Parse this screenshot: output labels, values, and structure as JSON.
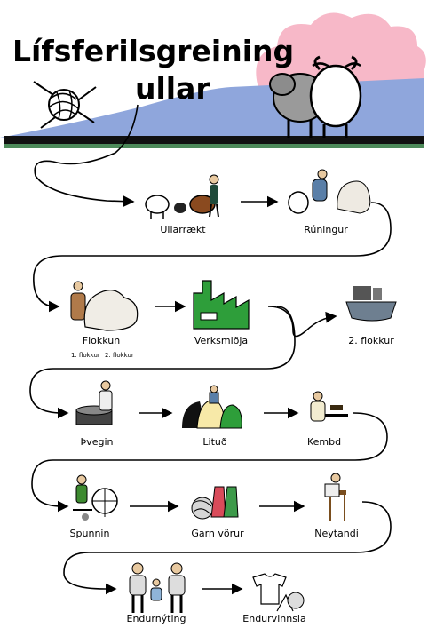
{
  "title": {
    "line1": "Lífsferilsgreining",
    "line2": "ullar"
  },
  "steps": {
    "ullarraekt": "Ullarrækt",
    "runingur": "Rúningur",
    "flokkun": "Flokkun",
    "flokkun_sub1": "1. flokkur",
    "flokkun_sub2": "2. flokkur",
    "verksmidja": "Verksmiðja",
    "flokkur2": "2. flokkur",
    "thvegin": "Þvegin",
    "litud": "Lituð",
    "kembd": "Kembd",
    "spunnin": "Spunnin",
    "garn_vorur": "Garn vörur",
    "neytandi": "Neytandi",
    "endurnyting": "Endurnýting",
    "endurvinnsla": "Endurvinnsla"
  },
  "colors": {
    "cloud": "#f7b8c8",
    "hill": "#8fa6dc",
    "ground_black": "#111111",
    "ground_green": "#4d8a5a",
    "factory_green": "#2e9e3a"
  }
}
